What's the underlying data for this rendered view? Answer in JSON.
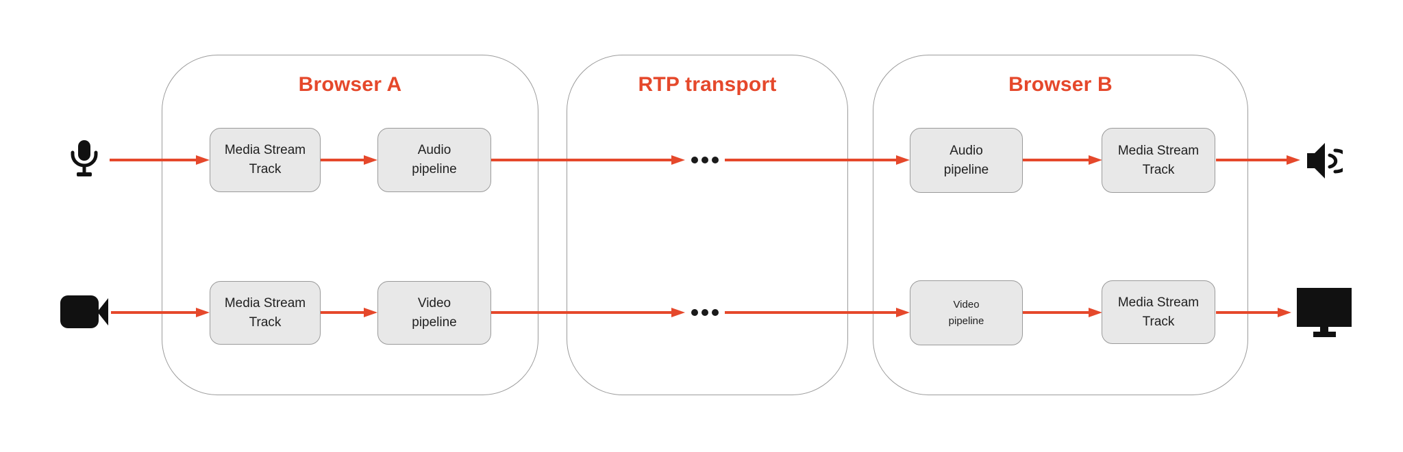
{
  "colors": {
    "accent": "#E5482B",
    "node_fill": "#E8E8E8",
    "node_border": "#999999",
    "container_border": "#9A9A9A",
    "text": "#1F1F1F",
    "icon": "#111111"
  },
  "containers": {
    "browser_a": {
      "title": "Browser A"
    },
    "rtp": {
      "title": "RTP transport"
    },
    "browser_b": {
      "title": "Browser B"
    }
  },
  "nodes": {
    "a_audio_track": {
      "label": "Media Stream\nTrack"
    },
    "a_audio_pipeline": {
      "label": "Audio\npipeline"
    },
    "a_video_track": {
      "label": "Media Stream\nTrack"
    },
    "a_video_pipeline": {
      "label": "Video\npipeline"
    },
    "b_audio_pipeline": {
      "label": "Audio\npipeline"
    },
    "b_audio_track": {
      "label": "Media Stream\nTrack"
    },
    "b_video_pipeline": {
      "label": "Video\npipeline"
    },
    "b_video_track": {
      "label": "Media Stream\nTrack"
    }
  },
  "icons": {
    "audio_input": "microphone-icon",
    "video_input": "video-camera-icon",
    "audio_output": "speaker-icon",
    "video_output": "monitor-icon",
    "transport_gap": "ellipsis-icon"
  },
  "edges": [
    {
      "from": "microphone",
      "to": "a_audio_track"
    },
    {
      "from": "a_audio_track",
      "to": "a_audio_pipeline"
    },
    {
      "from": "a_audio_pipeline",
      "to": "rtp_ellipsis_audio"
    },
    {
      "from": "rtp_ellipsis_audio",
      "to": "b_audio_pipeline"
    },
    {
      "from": "b_audio_pipeline",
      "to": "b_audio_track"
    },
    {
      "from": "b_audio_track",
      "to": "speaker"
    },
    {
      "from": "video_camera",
      "to": "a_video_track"
    },
    {
      "from": "a_video_track",
      "to": "a_video_pipeline"
    },
    {
      "from": "a_video_pipeline",
      "to": "rtp_ellipsis_video"
    },
    {
      "from": "rtp_ellipsis_video",
      "to": "b_video_pipeline"
    },
    {
      "from": "b_video_pipeline",
      "to": "b_video_track"
    },
    {
      "from": "b_video_track",
      "to": "monitor"
    }
  ]
}
